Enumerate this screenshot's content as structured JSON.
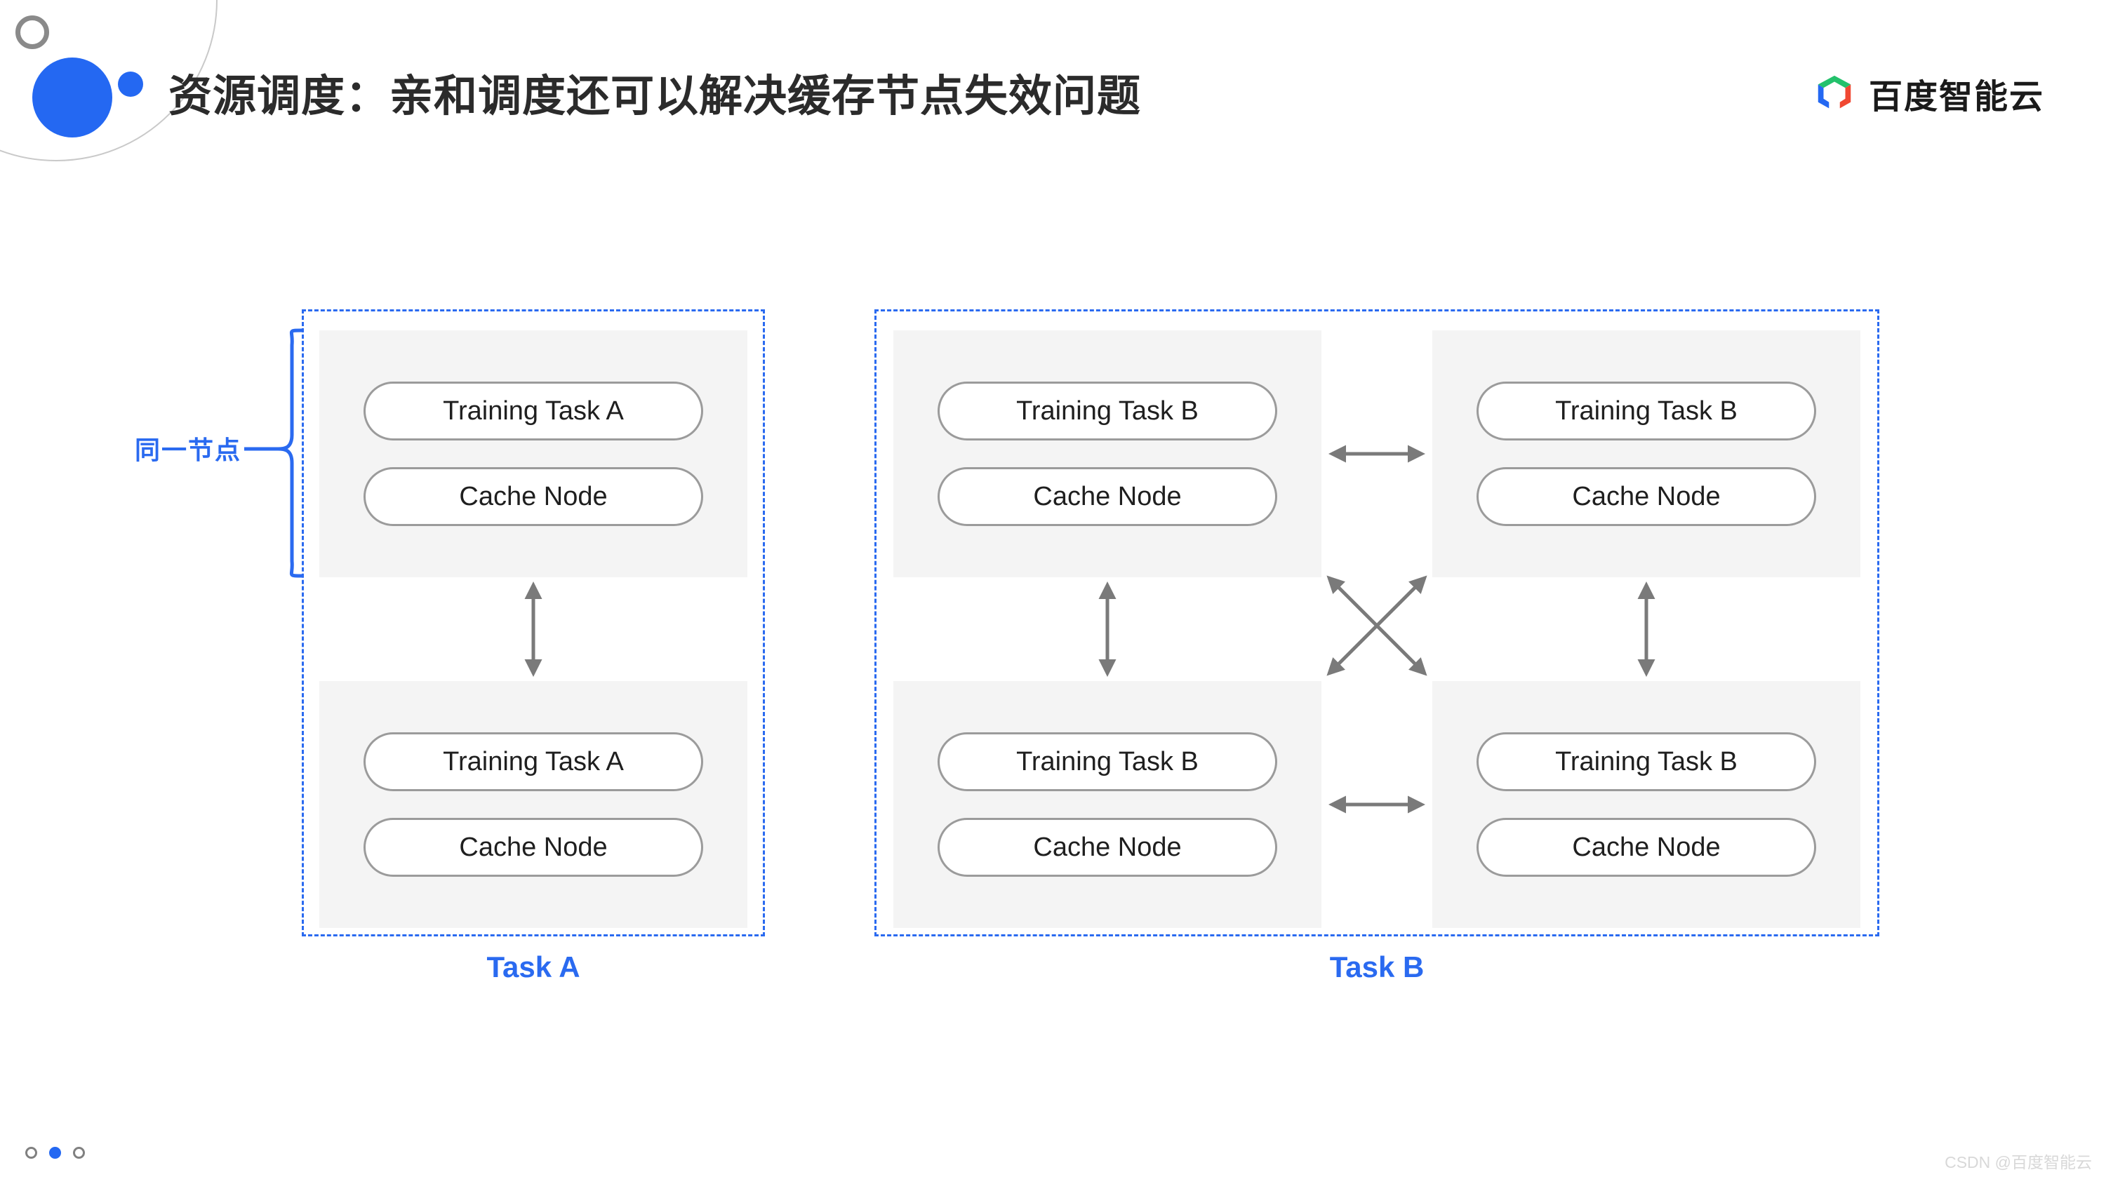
{
  "header": {
    "title": "资源调度：亲和调度还可以解决缓存节点失效问题",
    "brand_name": "百度智能云",
    "brand_mark_icon": "baidu-cloud-cube-icon",
    "brand_colors": {
      "green": "#23c16b",
      "blue": "#2468f2",
      "red": "#f04832"
    }
  },
  "decor": {
    "ring_icon": "outline-circle-decoration",
    "big_dot_icon": "filled-circle-decoration",
    "small_dot_icon": "small-filled-circle-decoration",
    "arc_icon": "arc-curve-decoration",
    "accent_color": "#2468f2"
  },
  "annotations": {
    "same_node_label": "同一节点",
    "brace_icon": "curly-brace-icon"
  },
  "groups": [
    {
      "id": "task-a",
      "caption": "Task A",
      "layout": "single-column",
      "nodes": [
        {
          "id": "a-node-1",
          "pills": [
            "Training Task A",
            "Cache Node"
          ]
        },
        {
          "id": "a-node-2",
          "pills": [
            "Training Task A",
            "Cache Node"
          ]
        }
      ],
      "connections": [
        {
          "from": "a-node-1",
          "to": "a-node-2",
          "direction": "vertical",
          "style": "double-headed"
        }
      ]
    },
    {
      "id": "task-b",
      "caption": "Task B",
      "layout": "two-by-two-grid",
      "nodes": [
        {
          "id": "b-node-tl",
          "pills": [
            "Training Task B",
            "Cache Node"
          ]
        },
        {
          "id": "b-node-tr",
          "pills": [
            "Training Task B",
            "Cache Node"
          ]
        },
        {
          "id": "b-node-bl",
          "pills": [
            "Training Task B",
            "Cache Node"
          ]
        },
        {
          "id": "b-node-br",
          "pills": [
            "Training Task B",
            "Cache Node"
          ]
        }
      ],
      "connections": [
        {
          "from": "b-node-tl",
          "to": "b-node-tr",
          "direction": "horizontal",
          "style": "double-headed"
        },
        {
          "from": "b-node-bl",
          "to": "b-node-br",
          "direction": "horizontal",
          "style": "double-headed"
        },
        {
          "from": "b-node-tl",
          "to": "b-node-bl",
          "direction": "vertical",
          "style": "double-headed"
        },
        {
          "from": "b-node-tr",
          "to": "b-node-br",
          "direction": "vertical",
          "style": "double-headed"
        },
        {
          "from": "b-node-tl",
          "to": "b-node-br",
          "direction": "diagonal",
          "style": "double-headed"
        },
        {
          "from": "b-node-tr",
          "to": "b-node-bl",
          "direction": "diagonal",
          "style": "double-headed"
        }
      ]
    }
  ],
  "footer": {
    "pager": {
      "total": 3,
      "active_index": 1
    },
    "watermark": "CSDN @百度智能云"
  },
  "palette": {
    "accent_blue": "#2468f2",
    "dashed_border": "#2a6af0",
    "card_bg": "#f4f4f4",
    "pill_border": "#9b9b9b",
    "arrow_gray": "#7a7a7a",
    "title_color": "#2b2b2b"
  }
}
